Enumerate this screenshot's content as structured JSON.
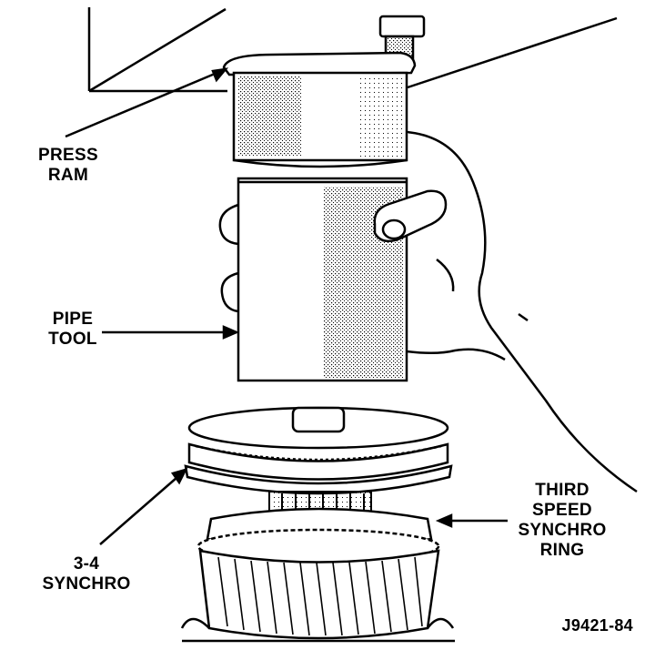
{
  "labels": {
    "press_ram": [
      "PRESS",
      "RAM"
    ],
    "pipe_tool": [
      "PIPE",
      "TOOL"
    ],
    "synchro_34": [
      "3-4",
      "SYNCHRO"
    ],
    "third_speed": [
      "THIRD",
      "SPEED",
      "SYNCHRO",
      "RING"
    ],
    "figure_code": "J9421-84"
  },
  "colors": {
    "ink": "#000000",
    "paper": "#ffffff"
  }
}
